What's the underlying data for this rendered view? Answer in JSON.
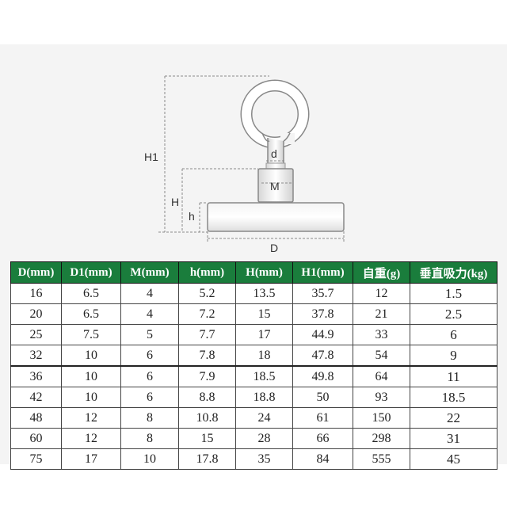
{
  "diagram": {
    "labels": {
      "H1": "H1",
      "H": "H",
      "h": "h",
      "d": "d",
      "M": "M",
      "D": "D"
    }
  },
  "table": {
    "headers": [
      "D(mm)",
      "D1(mm)",
      "M(mm)",
      "h(mm)",
      "H(mm)",
      "H1(mm)",
      "自重(g)",
      "垂直吸力(kg)"
    ],
    "rows": [
      [
        "16",
        "6.5",
        "4",
        "5.2",
        "13.5",
        "35.7",
        "12",
        "1.5"
      ],
      [
        "20",
        "6.5",
        "4",
        "7.2",
        "15",
        "37.8",
        "21",
        "2.5"
      ],
      [
        "25",
        "7.5",
        "5",
        "7.7",
        "17",
        "44.9",
        "33",
        "6"
      ],
      [
        "32",
        "10",
        "6",
        "7.8",
        "18",
        "47.8",
        "54",
        "9"
      ],
      [
        "36",
        "10",
        "6",
        "7.9",
        "18.5",
        "49.8",
        "64",
        "11"
      ],
      [
        "42",
        "10",
        "6",
        "8.8",
        "18.8",
        "50",
        "93",
        "18.5"
      ],
      [
        "48",
        "12",
        "8",
        "10.8",
        "24",
        "61",
        "150",
        "22"
      ],
      [
        "60",
        "12",
        "8",
        "15",
        "28",
        "66",
        "298",
        "31"
      ],
      [
        "75",
        "17",
        "10",
        "17.8",
        "35",
        "84",
        "555",
        "45"
      ]
    ]
  }
}
